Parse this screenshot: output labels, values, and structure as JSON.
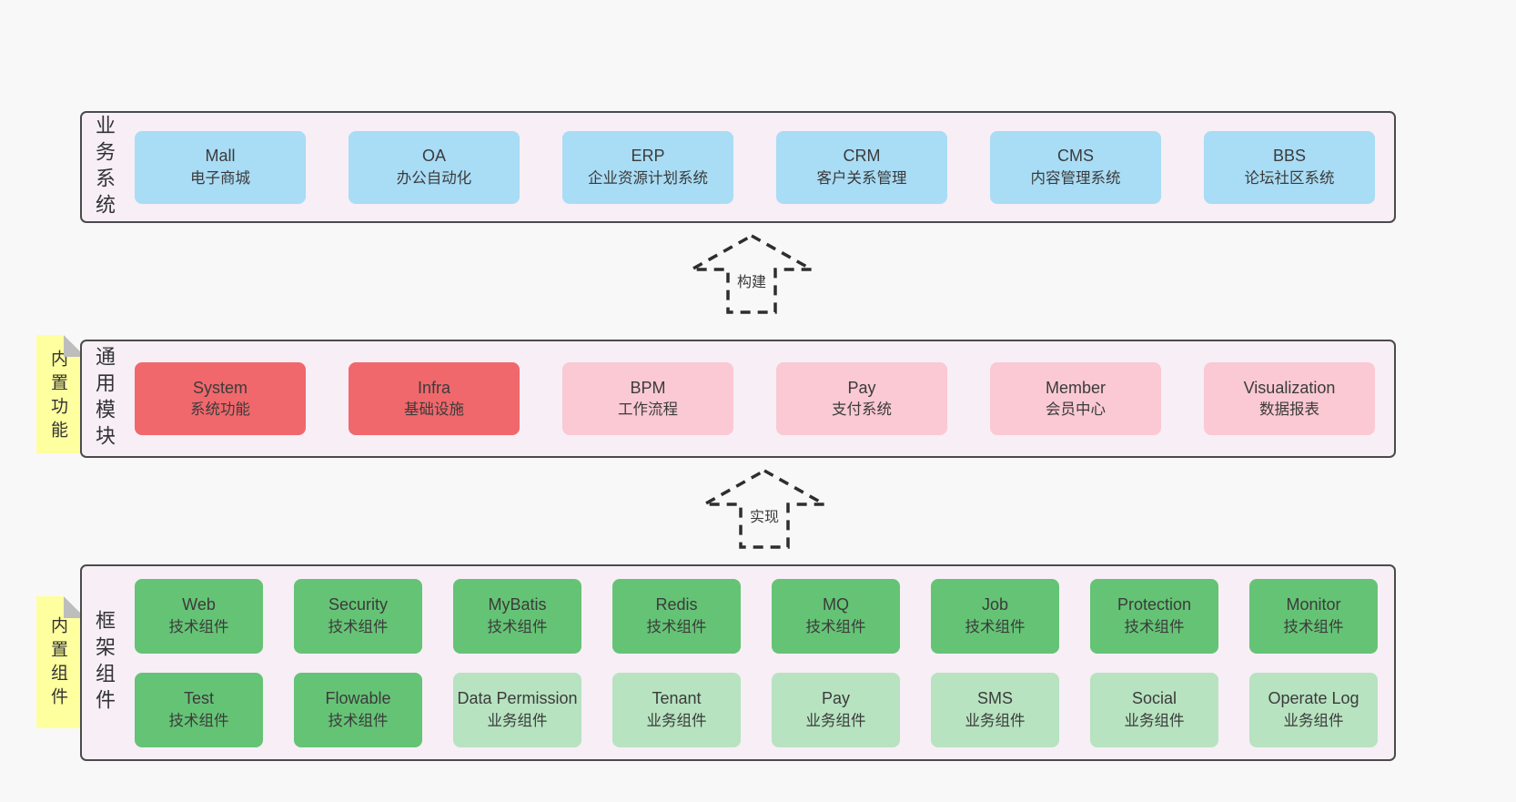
{
  "colors": {
    "page_bg": "#f8f8f8",
    "band_bg": "#f7eef6",
    "band_border": "#4b4b4b",
    "box_blue": "#a9dcf5",
    "box_red": "#f0686c",
    "box_pink": "#fac9d3",
    "box_green": "#65c375",
    "box_lightgreen": "#b7e3c0",
    "note_yellow": "#feff9e",
    "note_fold_gray": "#bdbdbd",
    "text": "#3b3b3b"
  },
  "bands": [
    {
      "label": "业务系统",
      "boxes": [
        {
          "name": "Mall",
          "desc": "电子商城"
        },
        {
          "name": "OA",
          "desc": "办公自动化"
        },
        {
          "name": "ERP",
          "desc": "企业资源计划系统"
        },
        {
          "name": "CRM",
          "desc": "客户关系管理"
        },
        {
          "name": "CMS",
          "desc": "内容管理系统"
        },
        {
          "name": "BBS",
          "desc": "论坛社区系统"
        }
      ]
    },
    {
      "label": "通用模块",
      "note": "内置功能",
      "boxes": [
        {
          "name": "System",
          "desc": "系统功能"
        },
        {
          "name": "Infra",
          "desc": "基础设施"
        },
        {
          "name": "BPM",
          "desc": "工作流程"
        },
        {
          "name": "Pay",
          "desc": "支付系统"
        },
        {
          "name": "Member",
          "desc": "会员中心"
        },
        {
          "name": "Visualization",
          "desc": "数据报表"
        }
      ]
    },
    {
      "label": "框架组件",
      "note": "内置组件",
      "rows": [
        [
          {
            "name": "Web",
            "desc": "技术组件"
          },
          {
            "name": "Security",
            "desc": "技术组件"
          },
          {
            "name": "MyBatis",
            "desc": "技术组件"
          },
          {
            "name": "Redis",
            "desc": "技术组件"
          },
          {
            "name": "MQ",
            "desc": "技术组件"
          },
          {
            "name": "Job",
            "desc": "技术组件"
          },
          {
            "name": "Protection",
            "desc": "技术组件"
          },
          {
            "name": "Monitor",
            "desc": "技术组件"
          }
        ],
        [
          {
            "name": "Test",
            "desc": "技术组件"
          },
          {
            "name": "Flowable",
            "desc": "技术组件"
          },
          {
            "name": "Data Permission",
            "desc": "业务组件"
          },
          {
            "name": "Tenant",
            "desc": "业务组件"
          },
          {
            "name": "Pay",
            "desc": "业务组件"
          },
          {
            "name": "SMS",
            "desc": "业务组件"
          },
          {
            "name": "Social",
            "desc": "业务组件"
          },
          {
            "name": "Operate Log",
            "desc": "业务组件"
          }
        ]
      ]
    }
  ],
  "arrows": [
    {
      "label": "构建"
    },
    {
      "label": "实现"
    }
  ]
}
